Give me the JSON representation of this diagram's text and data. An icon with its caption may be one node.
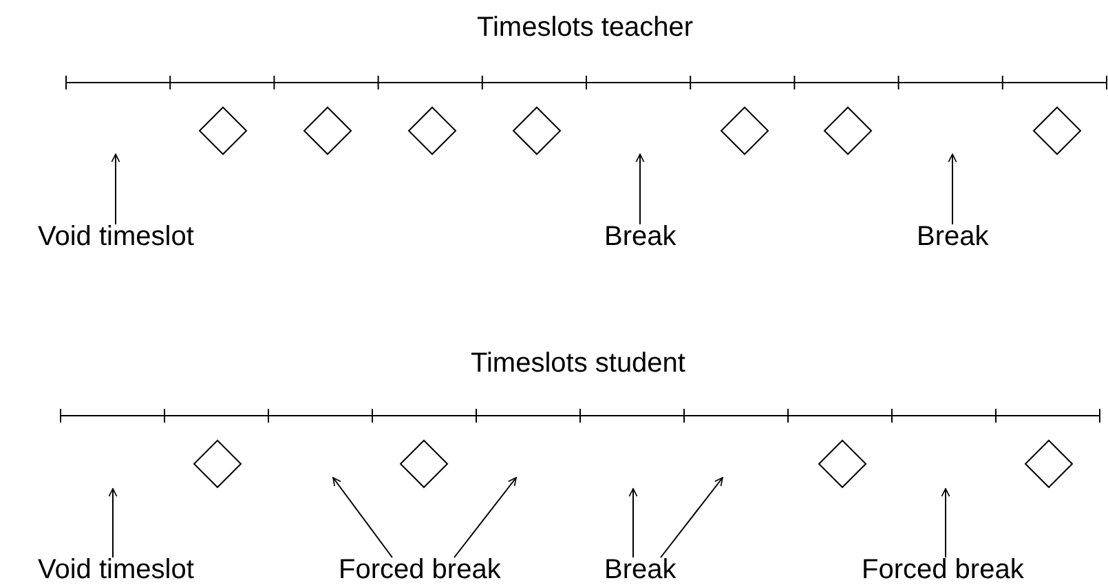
{
  "diagram": {
    "nodes": [
      {
        "text": [],
        "shape": "diamond"
      },
      {
        "text": [],
        "shape": "diamond"
      },
      {
        "text": [],
        "shape": "diamond"
      },
      {
        "text": [],
        "shape": "diamond"
      },
      {
        "text": [],
        "shape": "diamond"
      },
      {
        "text": [],
        "shape": "diamond"
      },
      {
        "text": [],
        "shape": "diamond"
      },
      {
        "text": [
          "Void timeslot"
        ]
      },
      {
        "text": [
          "Break"
        ]
      },
      {
        "text": [
          "Break"
        ]
      },
      {
        "text": [],
        "shape": "diamond"
      },
      {
        "text": [],
        "shape": "diamond"
      },
      {
        "text": [],
        "shape": "diamond"
      },
      {
        "text": [],
        "shape": "diamond"
      },
      {
        "text": [
          "Void timeslot"
        ]
      },
      {
        "text": [
          "Forced break"
        ]
      },
      {
        "text": [
          "Break"
        ]
      },
      {
        "text": [
          "Forced break"
        ]
      }
    ],
    "edges": [
      {
        "from": 7,
        "to": null,
        "arrow": "to"
      },
      {
        "from": 8,
        "to": null,
        "arrow": "to"
      },
      {
        "from": 9,
        "to": null,
        "arrow": "to"
      },
      {
        "from": 14,
        "to": null,
        "arrow": "to"
      },
      {
        "from": 15,
        "to": null,
        "arrow": "to"
      },
      {
        "from": 15,
        "to": null,
        "arrow": "to"
      },
      {
        "from": 16,
        "to": null,
        "arrow": "to"
      },
      {
        "from": 16,
        "to": null,
        "arrow": "to"
      },
      {
        "from": 17,
        "to": null,
        "arrow": "to"
      }
    ],
    "labels": [
      "Timeslots teacher",
      "Timeslots student"
    ]
  }
}
